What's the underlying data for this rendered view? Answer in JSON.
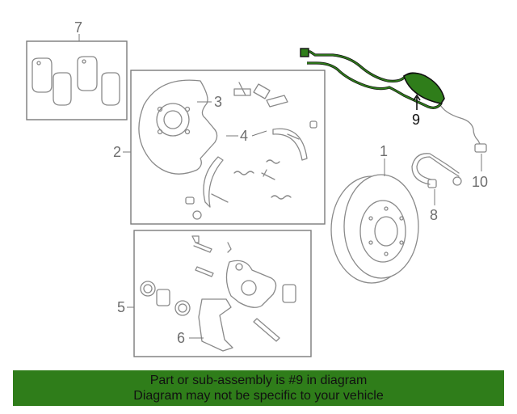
{
  "callouts": {
    "n1": "1",
    "n2": "2",
    "n3": "3",
    "n4": "4",
    "n5": "5",
    "n6": "6",
    "n7": "7",
    "n8": "8",
    "n9": "9",
    "n10": "10"
  },
  "highlight": {
    "part_number": "9",
    "color": "#2f7d1a"
  },
  "banner": {
    "line1": "Part or sub-assembly is #9 in diagram",
    "line2": "Diagram may not be specific to your vehicle"
  }
}
